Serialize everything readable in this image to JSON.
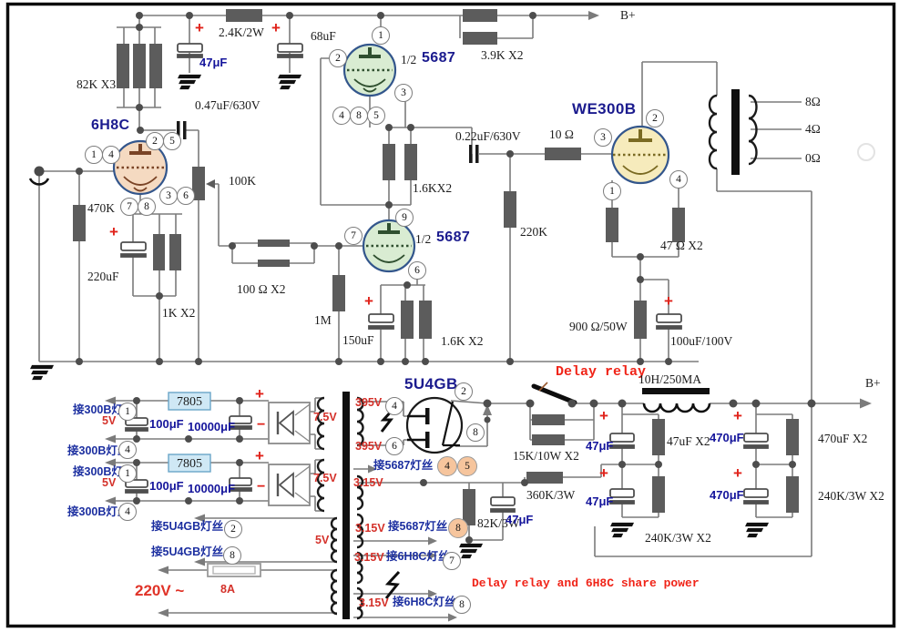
{
  "meta": {
    "diagram_type": "tube-amplifier-schematic"
  },
  "colors": {
    "wire": "#7b7b7b",
    "component": "#5c5c5c",
    "navy_label": "#14149b",
    "blue_cn": "#1c2fa0",
    "red_label": "#d4312a",
    "red_note": "#f02418",
    "tube_6h8c_fill": "#f5dac1",
    "tube_5687_fill": "#d9ecd2",
    "tube_we300b_fill": "#f6ebbc",
    "reg7805_fill": "#cfe8f5"
  },
  "digits": {
    "n0": "0",
    "n1": "1",
    "n2": "2",
    "n3": "3",
    "n4": "4",
    "n5": "5",
    "n6": "6",
    "n7": "7",
    "n8": "8",
    "n9": "9"
  },
  "t": {
    "plus": "+",
    "minus": "−",
    "bplus": "B+",
    "r24k": "2.4K/2W",
    "c47u": "47μF",
    "c68uF": "68uF",
    "r82k": "82K X3",
    "tube6h8c": "6H8C",
    "c047": "0.47uF/630V",
    "pot100k": "100K",
    "r470k": "470K",
    "c220uF": "220uF",
    "r1k": "1K X2",
    "half": "1/2",
    "t5687": "5687",
    "r39k": "3.9K X2",
    "r16ka": "1.6KX2",
    "r100": "100 Ω X2",
    "r1m": "1M",
    "c150uF": "150uF",
    "r16kb": "1.6K X2",
    "r220k": "220K",
    "c022": "0.22uF/630V",
    "r10": "10 Ω",
    "we300b": "WE300B",
    "o8": "8Ω",
    "o4": "4Ω",
    "o0": "0Ω",
    "r47": "47 Ω X2",
    "r900": "900 Ω/50W",
    "c100uF100": "100uF/100V",
    "reg7805": "7805",
    "f300b": "接300B灯丝",
    "v5": "5V",
    "v75": "7.5V",
    "c100u": "100μF",
    "c10000u": "10000μF",
    "f5u4gb": "接5U4GB灯丝",
    "v220": "220V ~",
    "a8": "8A",
    "tube5u4gb": "5U4GB",
    "v395": "395V",
    "f5687": "接5687灯丝",
    "v315": "3.15V",
    "f6h8c": "接6H8C灯丝",
    "delayrelay": "Delay relay",
    "r15k": "15K/10W X2",
    "r360k": "360K/3W",
    "r82k3": "82K/3W",
    "choke": "10H/250MA",
    "c47x2": "47uF X2",
    "c470u": "470μF",
    "c470x2": "470uF X2",
    "r240k": "240K/3W X2",
    "delaynote": "Delay relay and 6H8C share power"
  }
}
